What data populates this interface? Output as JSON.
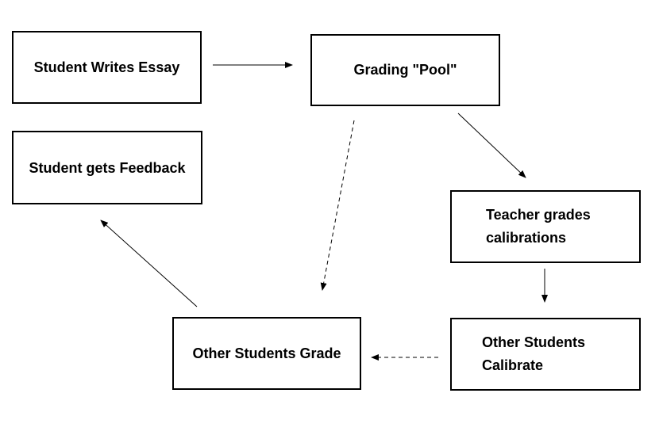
{
  "nodes": {
    "student_writes_essay": "Student Writes Essay",
    "grading_pool": "Grading \"Pool\"",
    "student_gets_feedback": "Student gets Feedback",
    "teacher_grades_calibrations": "Teacher grades\ncalibrations",
    "other_students_grade": "Other Students Grade",
    "other_students_calibrate": "Other Students\nCalibrate"
  },
  "edges": [
    {
      "from": "student_writes_essay",
      "to": "grading_pool",
      "style": "solid"
    },
    {
      "from": "grading_pool",
      "to": "teacher_grades_calibrations",
      "style": "solid"
    },
    {
      "from": "grading_pool",
      "to": "other_students_grade",
      "style": "dashed"
    },
    {
      "from": "teacher_grades_calibrations",
      "to": "other_students_calibrate",
      "style": "solid"
    },
    {
      "from": "other_students_calibrate",
      "to": "other_students_grade",
      "style": "dashed"
    },
    {
      "from": "other_students_grade",
      "to": "student_gets_feedback",
      "style": "solid"
    }
  ],
  "colors": {
    "stroke": "#000000",
    "background": "#ffffff"
  }
}
